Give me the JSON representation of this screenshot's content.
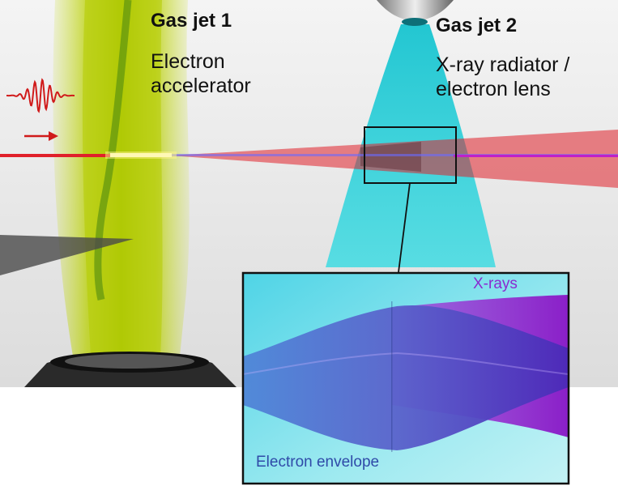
{
  "labels": {
    "gas_jet_1": "Gas jet 1",
    "electron_accelerator": "Electron\naccelerator",
    "gas_jet_2": "Gas jet 2",
    "xray_radiator": "X-ray radiator /\nelectron lens",
    "xrays": "X-rays",
    "electron_envelope": "Electron envelope"
  },
  "colors": {
    "laser": "#e0202a",
    "gas_jet_1": "#b5d000",
    "gas_jet_2": "#2ed3db",
    "xrays": "#8a2bd0",
    "electrons": "#3b5fd0"
  },
  "icons": [
    "laser-pulse-icon",
    "direction-arrow-icon"
  ]
}
